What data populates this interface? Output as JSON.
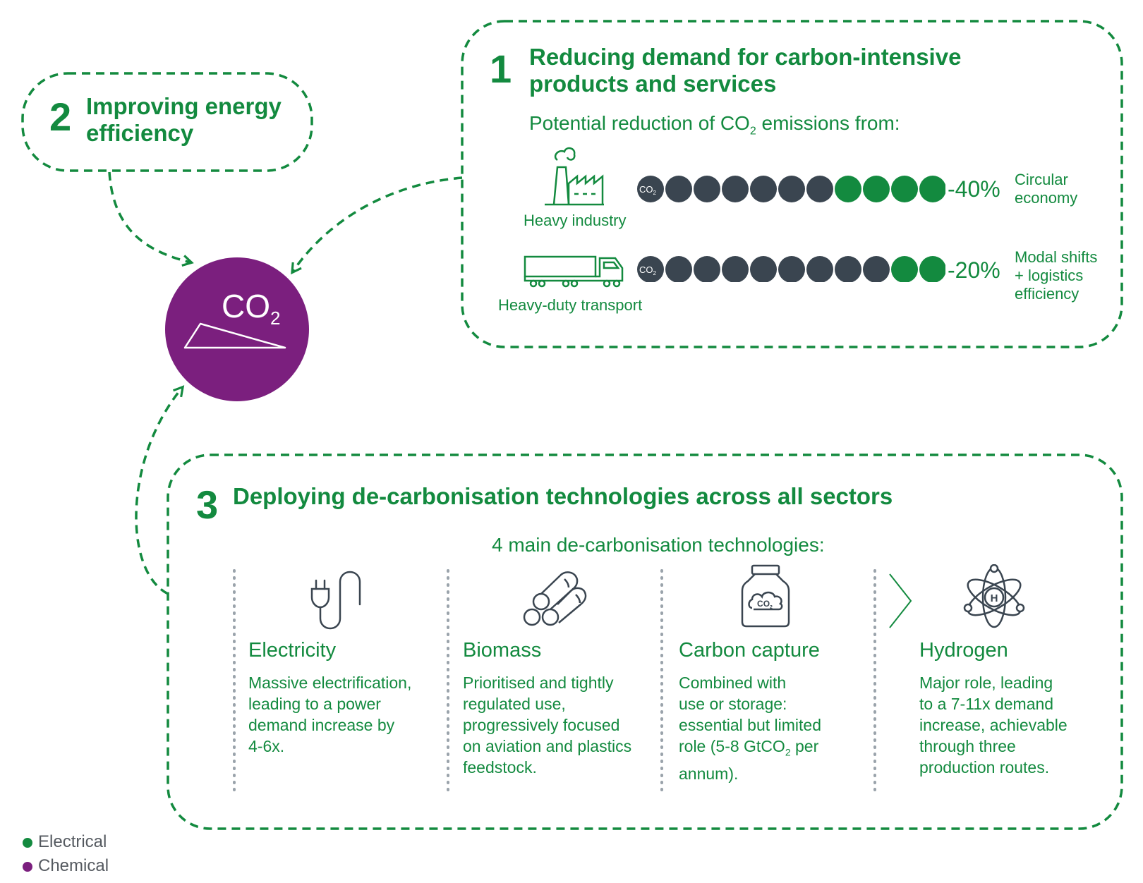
{
  "box1": {
    "number": "1",
    "title_line1": "Reducing demand for carbon-intensive",
    "title_line2": "products and services",
    "subtitle_pre": "Potential reduction of CO",
    "subtitle_sub": "2",
    "subtitle_post": " emissions from:",
    "rows": [
      {
        "label": "Heavy industry",
        "percent": "-40%",
        "desc_line1": "Circular",
        "desc_line2": "economy",
        "desc_line3": "",
        "dark_count": 6,
        "green_count": 4,
        "icon": "factory-icon"
      },
      {
        "label": "Heavy-duty transport",
        "percent": "-20%",
        "desc_line1": "Modal shifts",
        "desc_line2": "+ logistics",
        "desc_line3": "efficiency",
        "dark_count": 8,
        "green_count": 2,
        "icon": "truck-icon"
      }
    ],
    "co2_chip": "CO",
    "co2_chip_sub": "2"
  },
  "box2": {
    "number": "2",
    "title_line1": "Improving energy",
    "title_line2": "efficiency"
  },
  "center": {
    "label": "CO",
    "label_sub": "2",
    "color": "#7b1f7e"
  },
  "box3": {
    "number": "3",
    "title": "Deploying de-carbonisation technologies across all sectors",
    "subtitle": "4 main de-carbonisation technologies:",
    "techs": [
      {
        "title": "Electricity",
        "icon": "plug-icon",
        "lines": [
          "Massive electrification,",
          "leading to a power",
          "demand increase by",
          "4-6x.",
          ""
        ]
      },
      {
        "title": "Biomass",
        "icon": "logs-icon",
        "lines": [
          "Prioritised and tightly",
          "regulated use,",
          "progressively focused",
          "on aviation and plastics",
          "feedstock."
        ]
      },
      {
        "title": "Carbon capture",
        "icon": "co2-jar-icon",
        "lines": [
          "Combined with",
          "use or storage:",
          "essential but limited",
          "role (5-8 GtCO",
          "annum)."
        ],
        "line4_sub": "2",
        "line4_post": " per",
        "jar_label": "CO",
        "jar_label_sub": "2"
      },
      {
        "title": "Hydrogen",
        "icon": "atom-icon",
        "lines": [
          "Major role, leading",
          "to a 7-11x demand",
          "increase, achievable",
          "through three",
          "production routes."
        ],
        "atom_label": "H"
      }
    ]
  },
  "legend": [
    {
      "label": "Electrical",
      "color": "#138a3f"
    },
    {
      "label": "Chemical",
      "color": "#7b1f7e"
    }
  ],
  "colors": {
    "green": "#138a3f",
    "dark_dot": "#3a4550",
    "purple": "#7b1f7e"
  }
}
